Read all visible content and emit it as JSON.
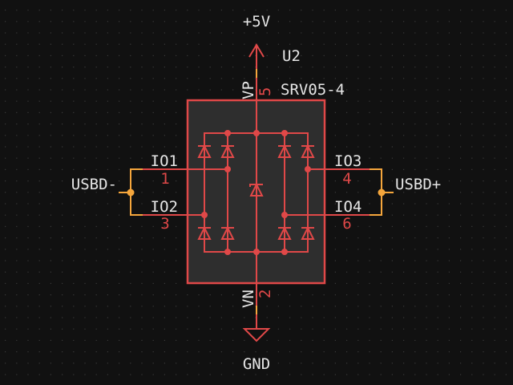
{
  "schematic": {
    "colors": {
      "background": "#111111",
      "grid_dot": "#3a3a3a",
      "symbol_body_fill": "#2e2e2e",
      "symbol_line": "#e04848",
      "wire": "#f5a63c",
      "text": "#e6e6e6",
      "pin_number": "#e04848"
    },
    "power_top": {
      "label": "+5V",
      "symbol": "power-arrow-up"
    },
    "power_bottom": {
      "label": "GND",
      "symbol": "ground-triangle"
    },
    "component": {
      "reference": "U2",
      "value": "SRV05-4",
      "description": "TVS diode array (4 steering diode pairs + zener)",
      "pins": {
        "vp": {
          "name": "VP",
          "number": "5"
        },
        "vn": {
          "name": "VN",
          "number": "2"
        },
        "io1": {
          "name": "IO1",
          "number": "1"
        },
        "io2": {
          "name": "IO2",
          "number": "3"
        },
        "io3": {
          "name": "IO3",
          "number": "4"
        },
        "io4": {
          "name": "IO4",
          "number": "6"
        }
      }
    },
    "nets": {
      "left": {
        "label": "USBD-"
      },
      "right": {
        "label": "USBD+"
      }
    }
  }
}
